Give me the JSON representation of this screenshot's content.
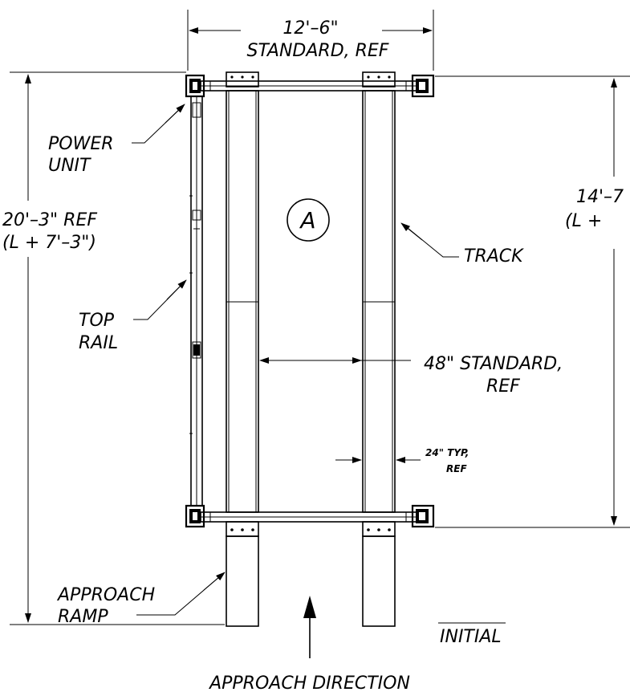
{
  "labels": {
    "top_dim_value": "12'–6\"",
    "top_dim_note": "STANDARD, REF",
    "left_dim_value": "20'–3\" REF",
    "left_dim_formula": "(L + 7'–3\")",
    "right_dim_value": "14'–7",
    "right_dim_formula": "(L +",
    "power_unit_1": "POWER",
    "power_unit_2": "UNIT",
    "top_rail_1": "TOP",
    "top_rail_2": "RAIL",
    "track": "TRACK",
    "bay_marker": "A",
    "mid_dim_1": "48\" STANDARD,",
    "mid_dim_2": "REF",
    "typ_dim_1": "24\" TYP,",
    "typ_dim_2": "REF",
    "approach_ramp_1": "APPROACH",
    "approach_ramp_2": "RAMP",
    "initial": "INITIAL",
    "approach_direction": "APPROACH DIRECTION"
  }
}
